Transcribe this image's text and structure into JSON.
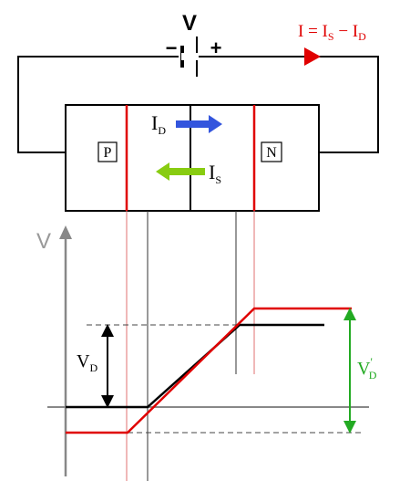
{
  "circuit": {
    "battery_label": "V",
    "battery_minus": "−",
    "battery_plus": "+",
    "current_equation": {
      "lead": "I = I",
      "sub1": "S",
      "mid": " − I",
      "sub2": "D"
    },
    "p_region_label": "P",
    "n_region_label": "N",
    "drift_current": {
      "main": "I",
      "sub": "D"
    },
    "diffusion_current": {
      "main": "I",
      "sub": "S"
    }
  },
  "graph": {
    "y_axis_label": "V",
    "vd_label": {
      "main": "V",
      "sub": "D"
    },
    "vd_prime_label": {
      "main": "V",
      "prime": "'",
      "sub": "D"
    }
  },
  "colors": {
    "wire": "#000000",
    "junction_edge": "#e00000",
    "drift_arrow": "#3355dd",
    "diffusion_arrow": "#88cc11",
    "current_text": "#e00000",
    "axis": "#888888",
    "potential_curve": "#e00000",
    "reference_curve": "#000000",
    "guide_line": "#e06060",
    "vd_prime": "#22aa22"
  }
}
